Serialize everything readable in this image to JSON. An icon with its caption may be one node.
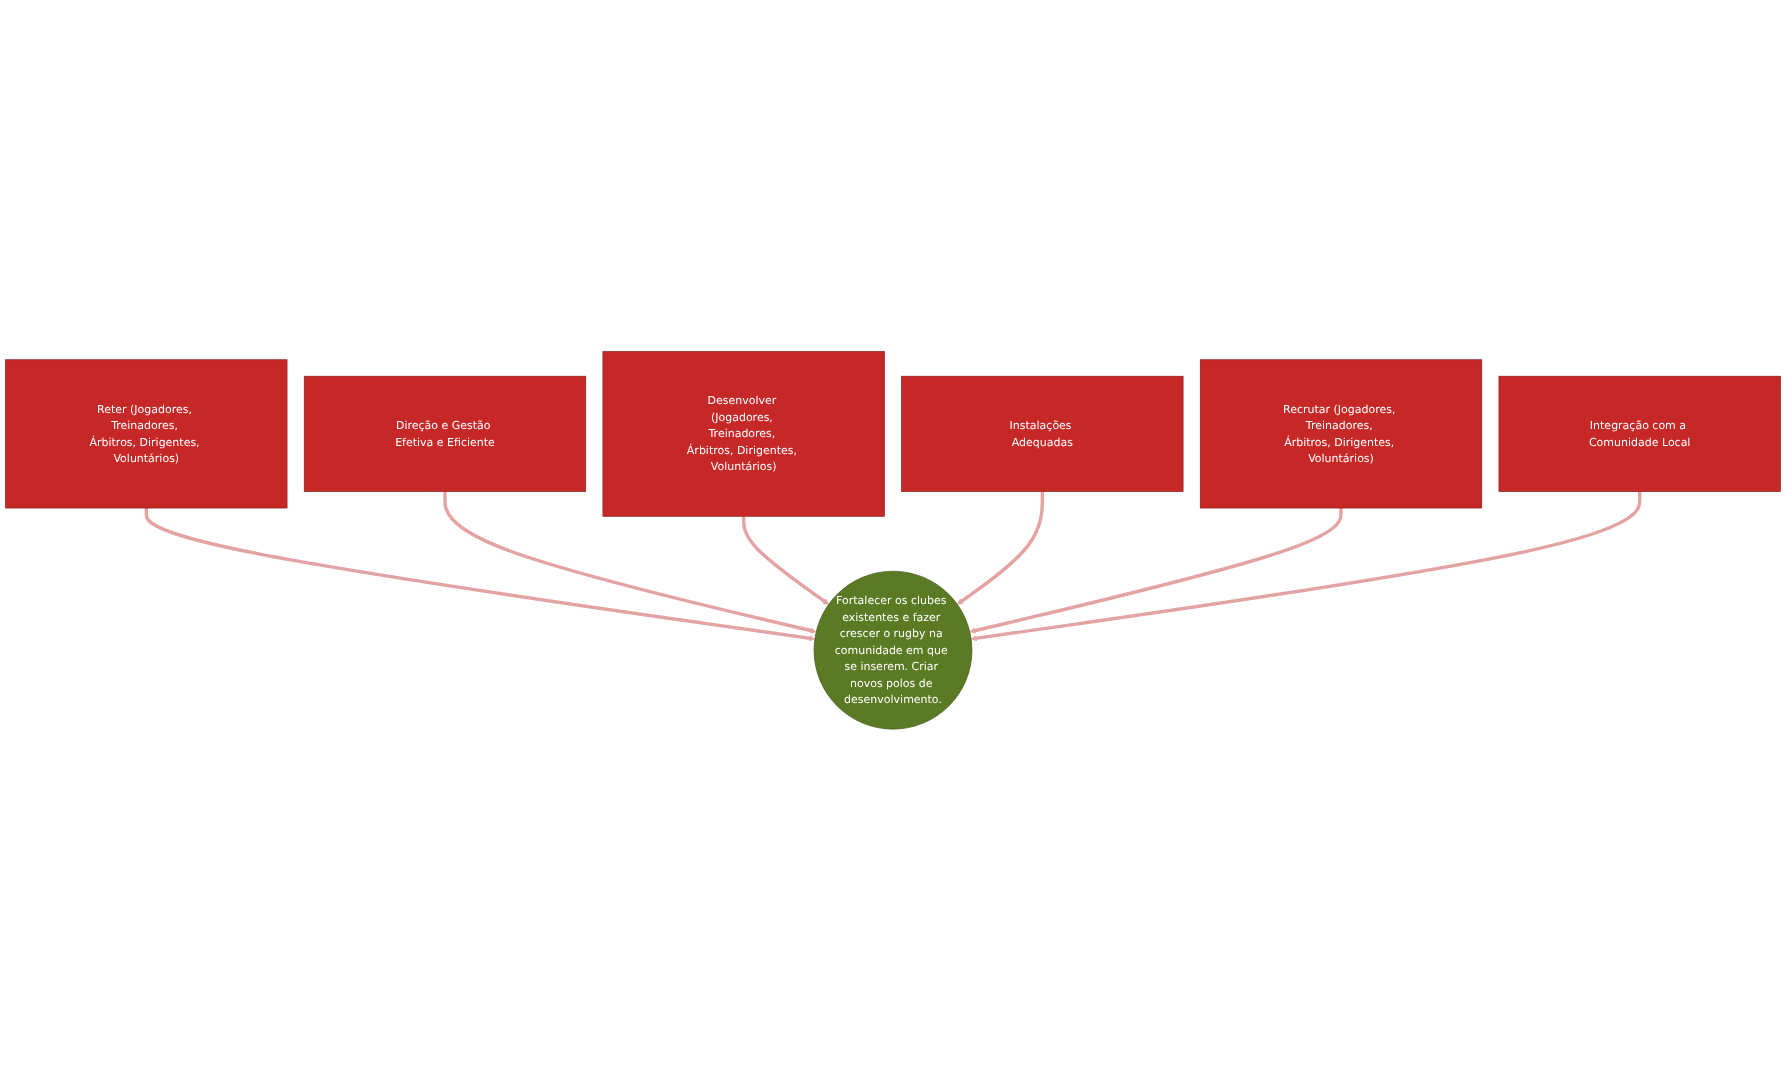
{
  "diagram": {
    "nodes": [
      {
        "text": [
          "Reter (Jogadores, Treinadores, Árbitros, Dirigentes, Voluntários)"
        ]
      },
      {
        "text": [
          "Direção e Gestão Efetiva e Eficiente"
        ]
      },
      {
        "text": [
          "Desenvolver (Jogadores, Treinadores, Árbitros, Dirigentes, Voluntários)"
        ]
      },
      {
        "text": [
          "Instalações Adequadas"
        ]
      },
      {
        "text": [
          "Recrutar (Jogadores, Treinadores, Árbitros, Dirigentes, Voluntários)"
        ]
      },
      {
        "text": [
          "Fortalecer os clubes existentes e fazer crescer o rugby na comunidade em que se inserem. Criar novos polos de desenvolvimento."
        ]
      },
      {
        "text": [
          "Integração com a Comunidade Local"
        ]
      }
    ],
    "edges": [
      {
        "from": 0,
        "to": 5,
        "arrow": "to"
      },
      {
        "from": 1,
        "to": 5,
        "arrow": "to"
      },
      {
        "from": 2,
        "to": 5,
        "arrow": "to"
      },
      {
        "from": 3,
        "to": 5,
        "arrow": "to"
      },
      {
        "from": 4,
        "to": 5,
        "arrow": "to"
      },
      {
        "from": 6,
        "to": 5,
        "arrow": "to"
      }
    ]
  }
}
